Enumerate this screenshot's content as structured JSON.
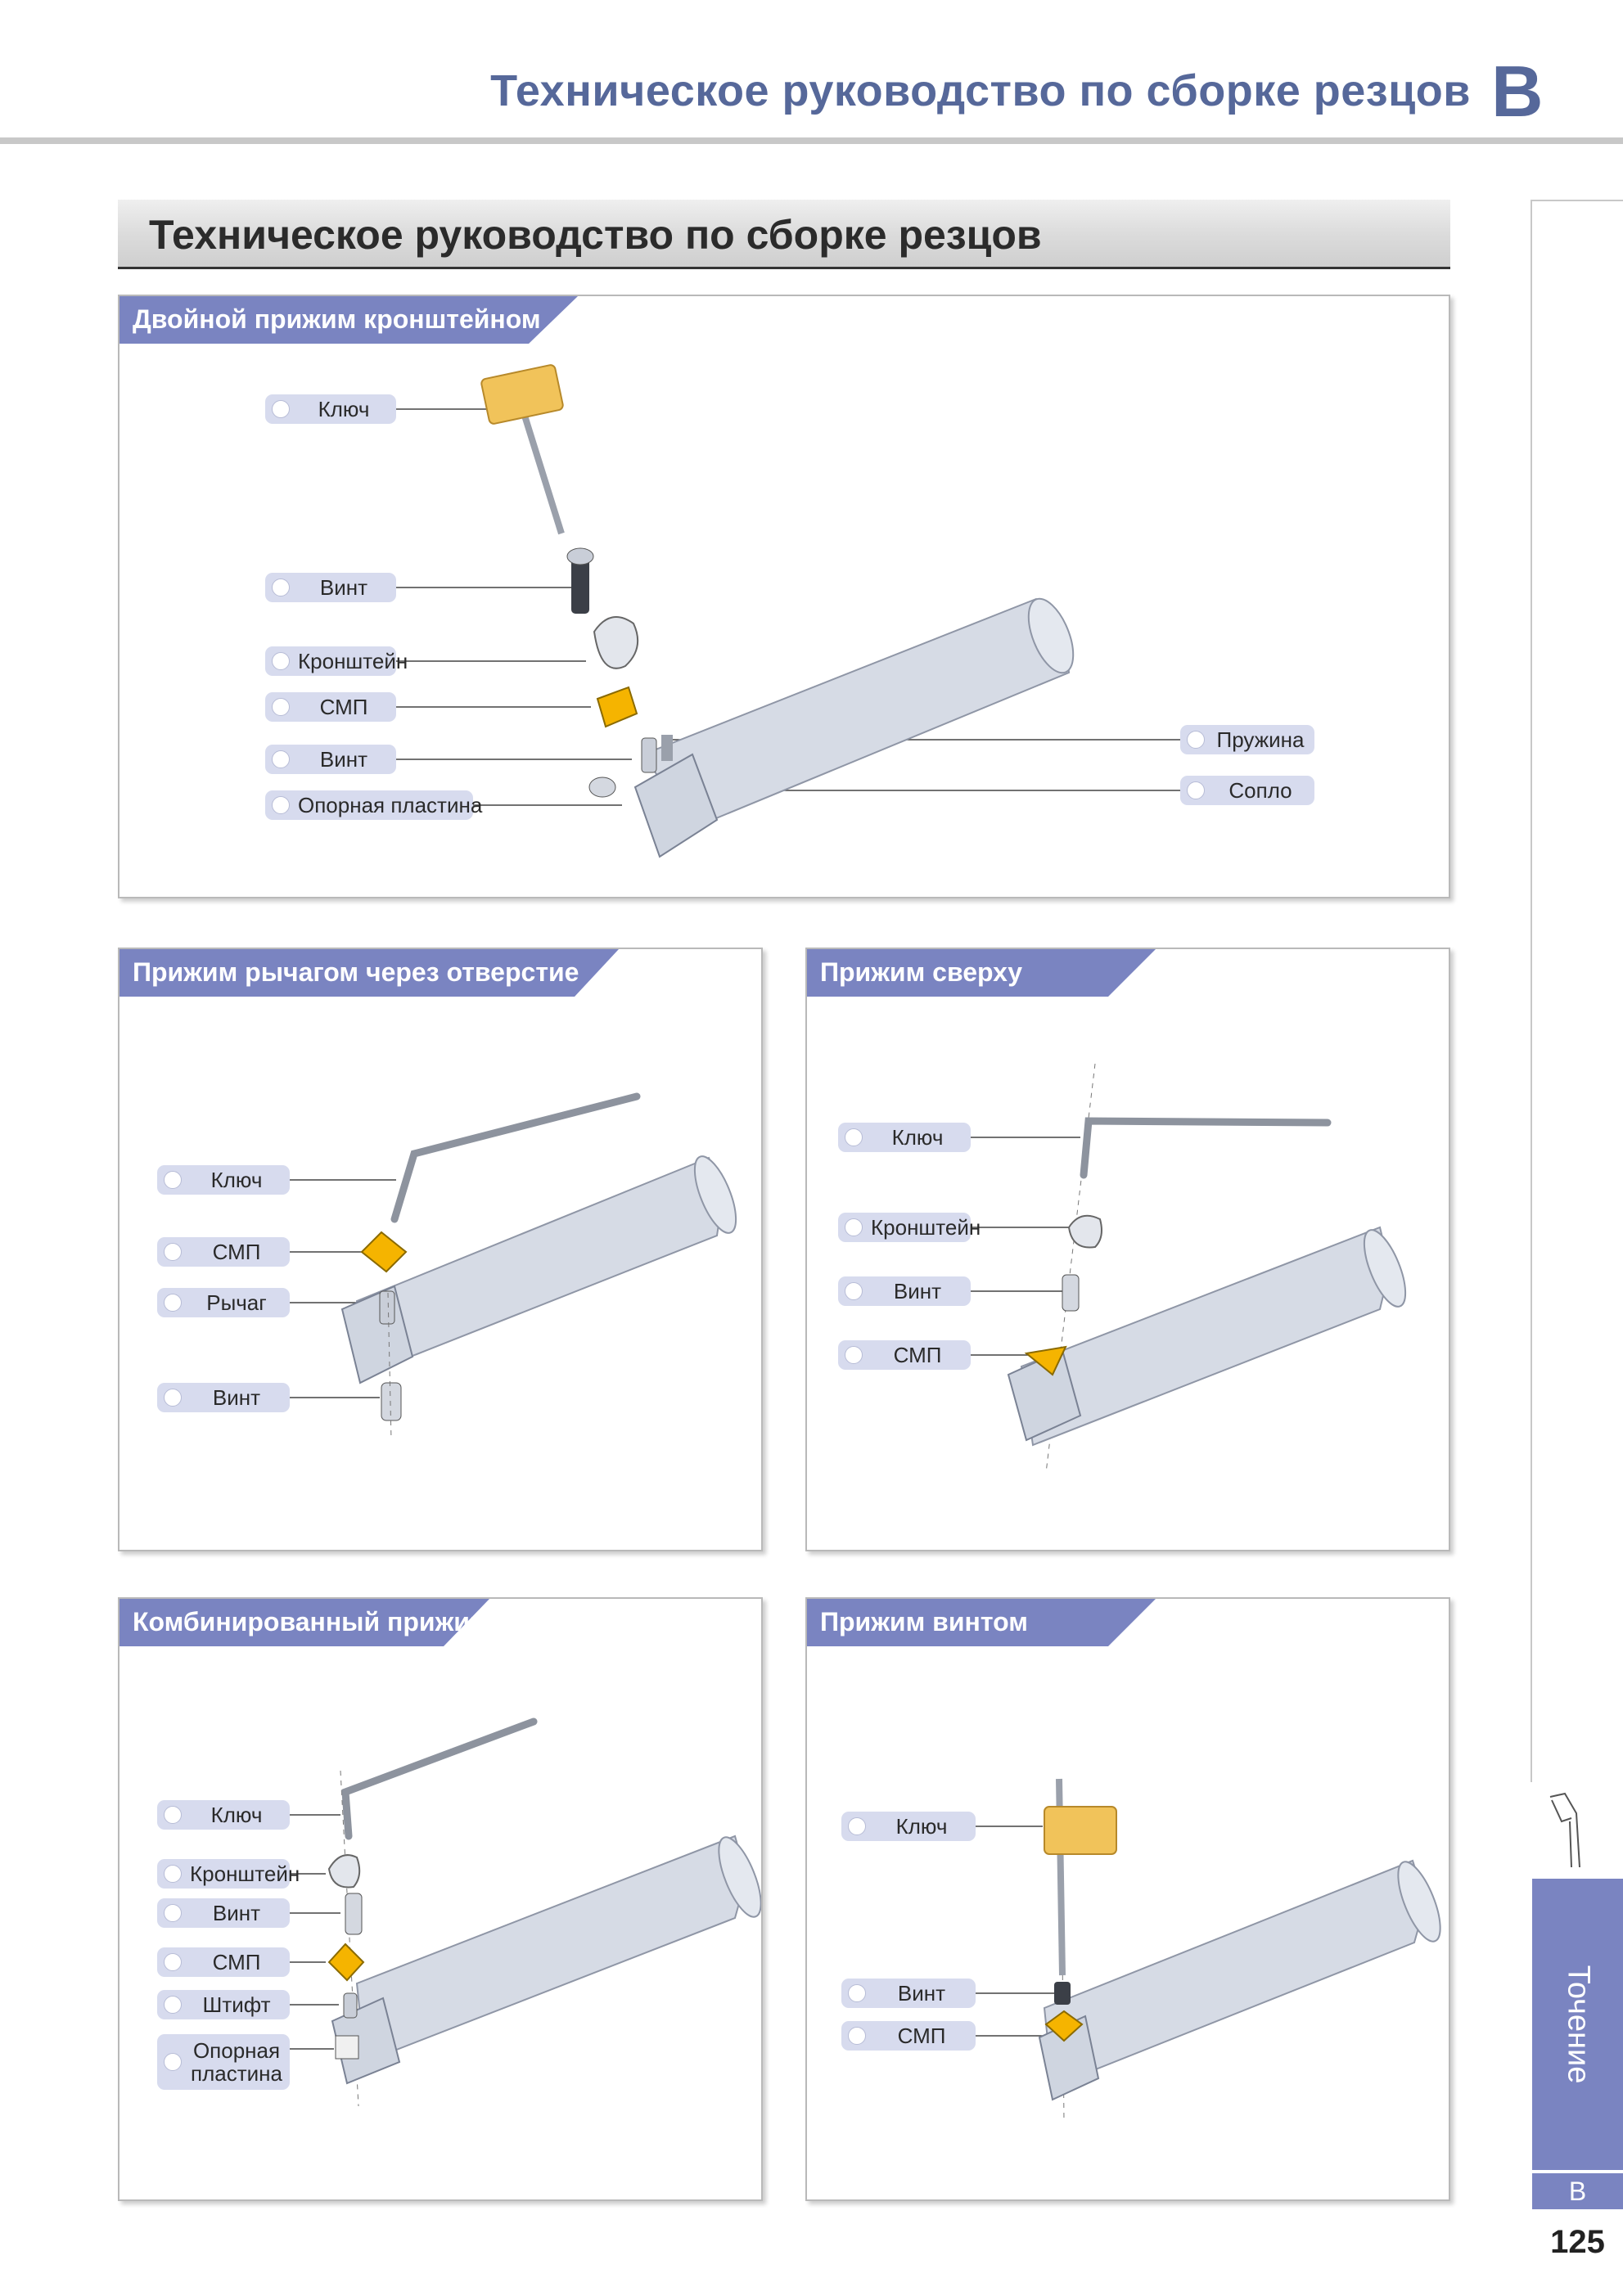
{
  "header": {
    "title": "Техническое руководство по сборке резцов",
    "letter": "B"
  },
  "section": {
    "title": "Техническое руководство по сборке резцов"
  },
  "panels": {
    "double": {
      "title": "Двойной прижим кронштейном",
      "labels": [
        "Ключ",
        "Винт",
        "Кронштейн",
        "СМП",
        "Винт",
        "Опорная пластина",
        "Пружина",
        "Сопло"
      ]
    },
    "lever": {
      "title": "Прижим рычагом через отверстие",
      "labels": [
        "Ключ",
        "СМП",
        "Рычаг",
        "Винт"
      ]
    },
    "top": {
      "title": "Прижим сверху",
      "labels": [
        "Ключ",
        "Кронштейн",
        "Винт",
        "СМП"
      ]
    },
    "combo": {
      "title": "Комбинированный прижим",
      "labels": [
        "Ключ",
        "Кронштейн",
        "Винт",
        "СМП",
        "Штифт",
        "Опорная пластина"
      ]
    },
    "screw": {
      "title": "Прижим винтом",
      "labels": [
        "Ключ",
        "Винт",
        "СМП"
      ]
    }
  },
  "sidebar": {
    "section_label": "Точение",
    "letter": "B",
    "page_number": "125"
  },
  "colors": {
    "accent": "#7a84c1",
    "header_text": "#56689a",
    "label_bg": "#d7dbee",
    "insert": "#f5b400",
    "key": "#f1c35a"
  }
}
